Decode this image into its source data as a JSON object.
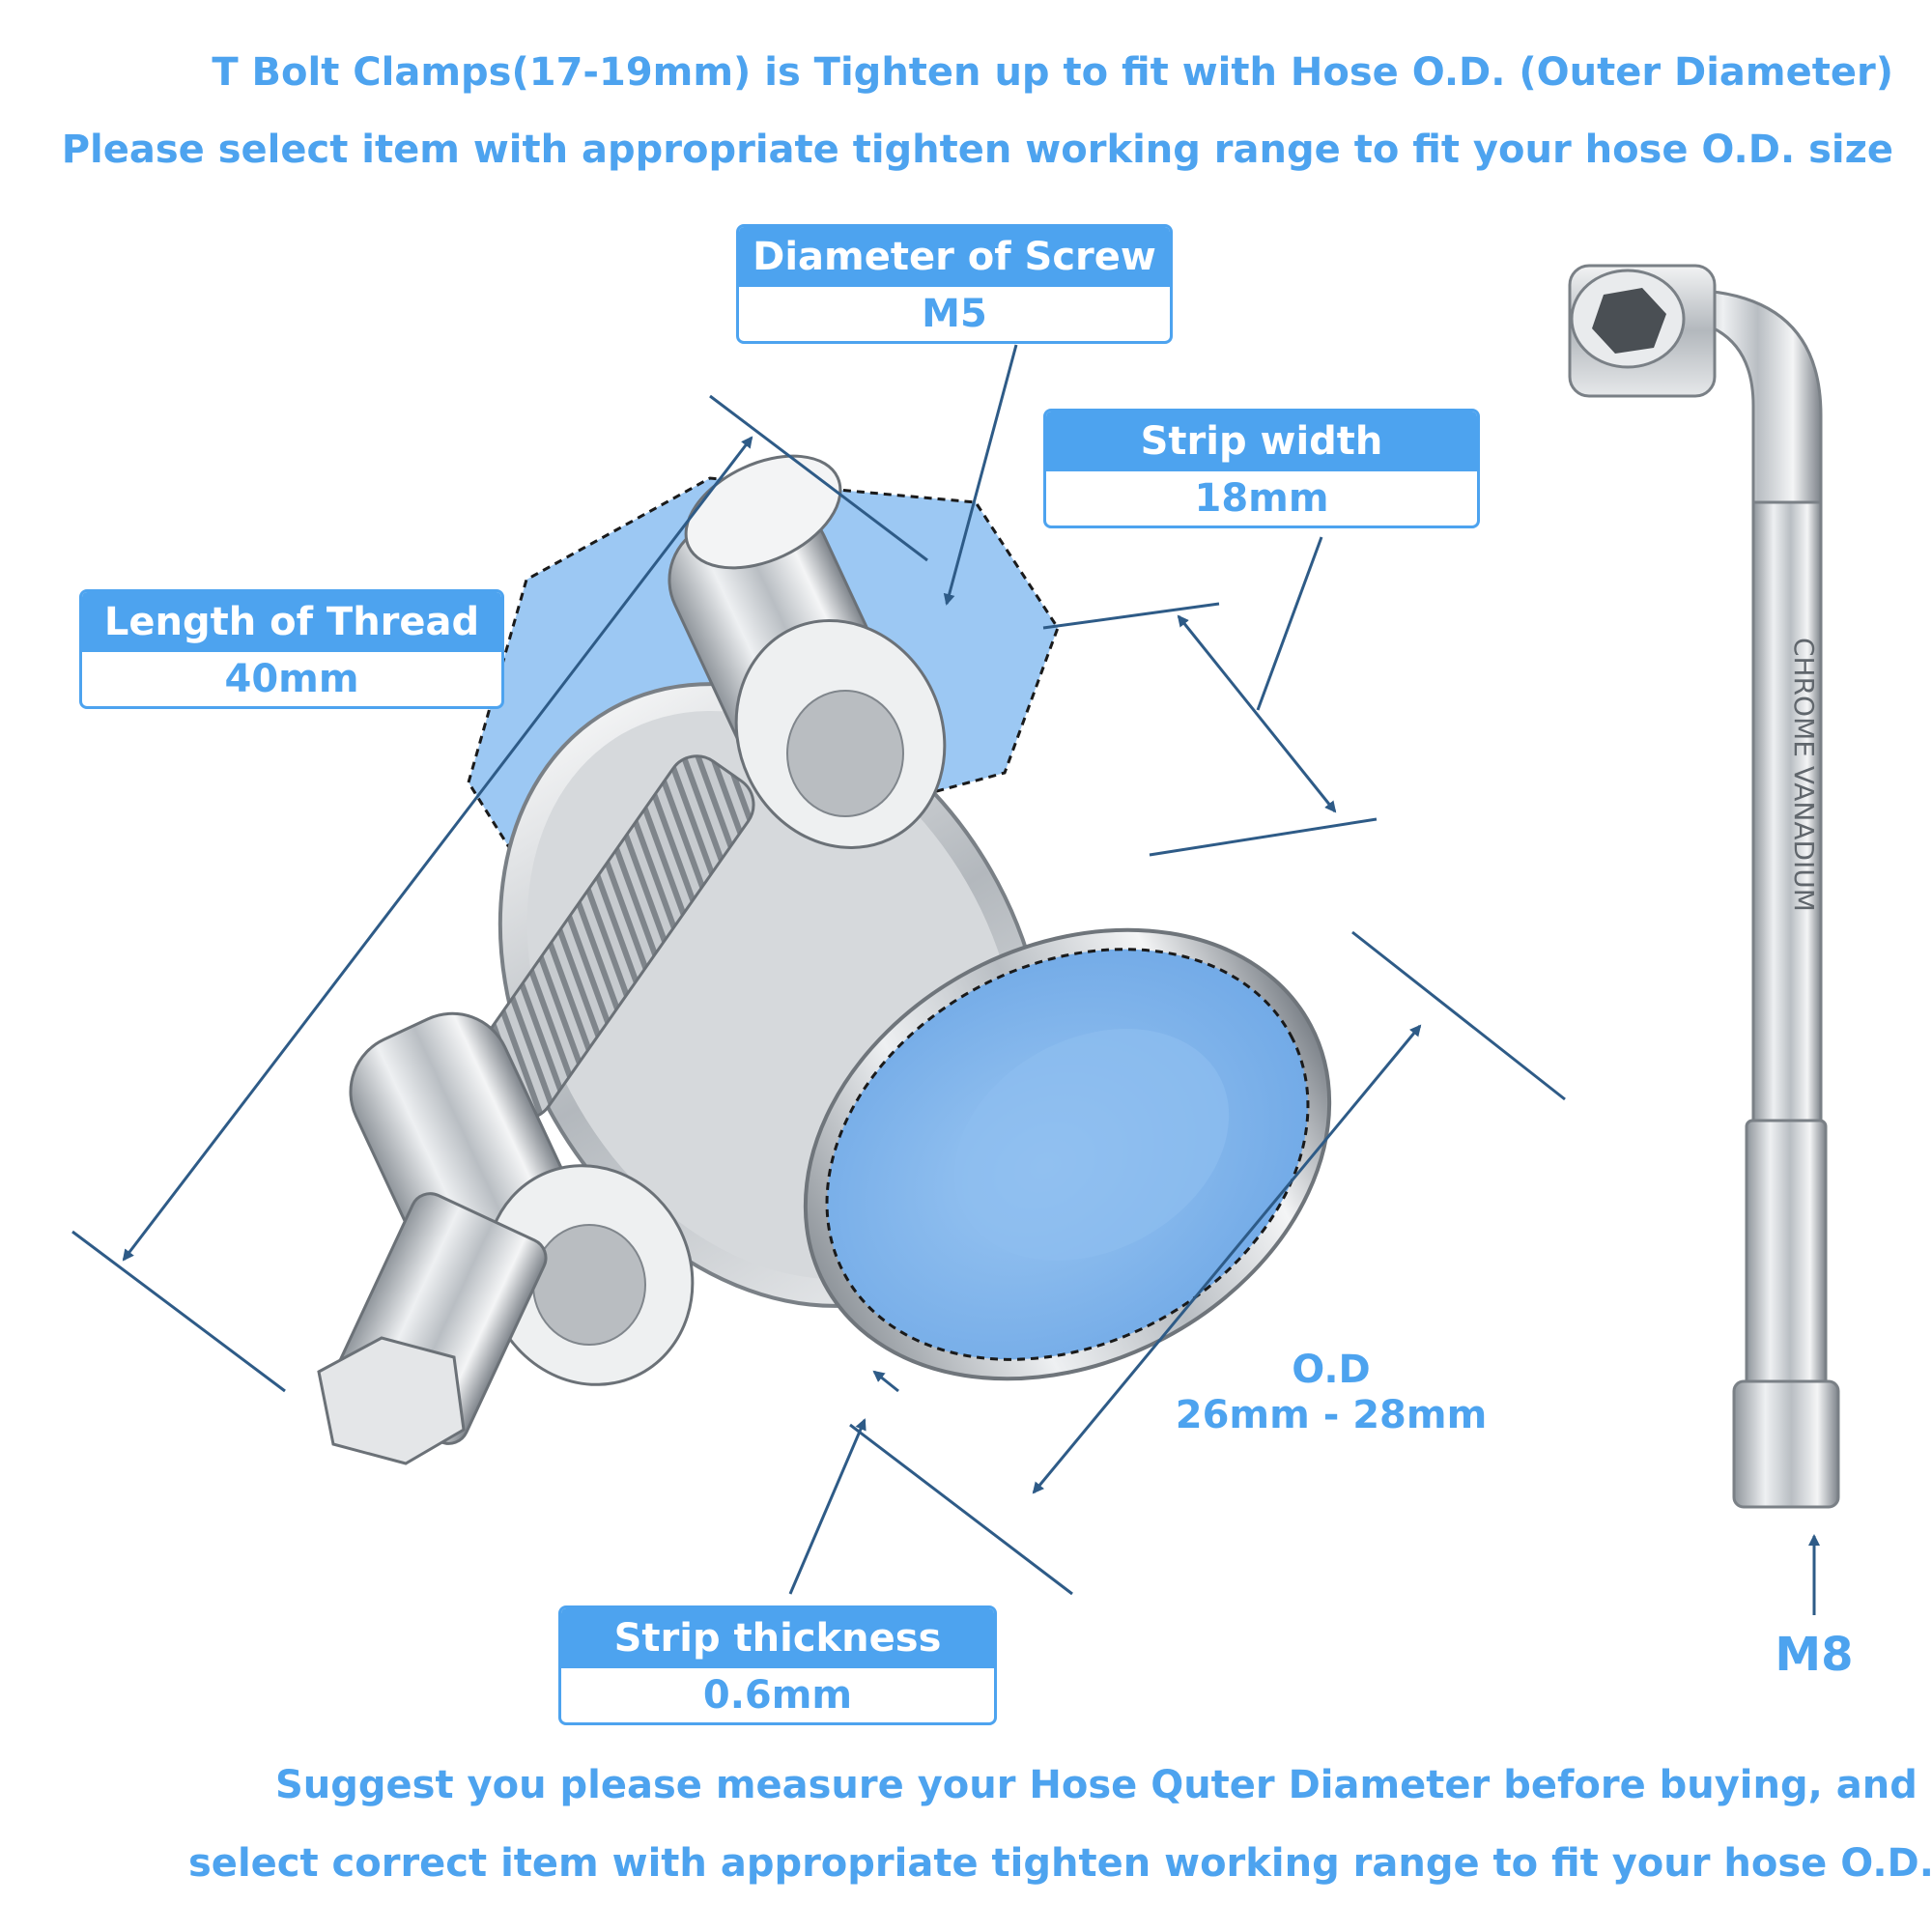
{
  "header": {
    "line1": "T Bolt Clamps(17-19mm) is Tighten up to fit with Hose O.D. (Outer Diameter)",
    "line2": "Please select item with appropriate tighten working range to fit your hose O.D. size"
  },
  "specs": {
    "screw": {
      "label": "Diameter of Screw",
      "value": "M5"
    },
    "strip_width": {
      "label": "Strip width",
      "value": "18mm"
    },
    "thread": {
      "label": "Length of Thread",
      "value": "40mm"
    },
    "strip_thickness": {
      "label": "Strip thickness",
      "value": "0.6mm"
    },
    "od": {
      "label": "O.D",
      "value": "26mm - 28mm"
    }
  },
  "wrench": {
    "engraving": "CHROME VANADIUM",
    "size": "M8"
  },
  "footer": {
    "line1": "Suggest you please measure your Hose Quter Diameter before buying, and",
    "line2": "select correct item with appropriate tighten working range to fit your hose O.D."
  },
  "colors": {
    "accent": "#4da3ef",
    "leader": "#2e5b87",
    "hose": "#7fb6ee",
    "steel": "#c9cdd1"
  }
}
